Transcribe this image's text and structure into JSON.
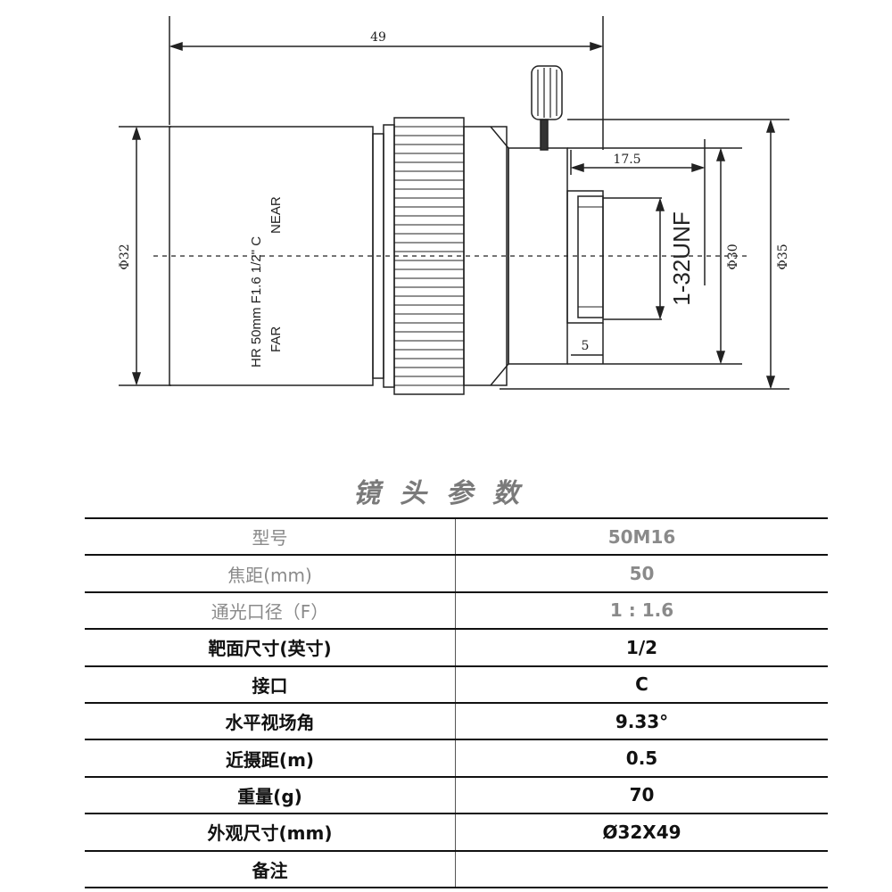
{
  "drawing": {
    "dim_49": "49",
    "dim_17_5": "17.5",
    "dim_5": "5",
    "dim_phi32": "Φ32",
    "dim_phi30": "Φ30",
    "dim_phi35": "Φ35",
    "thread_label": "1-32UNF",
    "lens_marking_line1": "HR 50mm F1.6 1/2\" C",
    "lens_marking_far": "FAR",
    "lens_marking_near": "NEAR"
  },
  "spec": {
    "title": "镜头参数",
    "rows": [
      {
        "key": "型号",
        "value": "50M16",
        "style": "dim"
      },
      {
        "key": "焦距(mm)",
        "value": "50",
        "style": "dim"
      },
      {
        "key": "通光口径（F）",
        "value": "1 : 1.6",
        "style": "dim"
      },
      {
        "key": "靶面尺寸(英寸)",
        "value": "1/2",
        "style": "bold"
      },
      {
        "key": "接口",
        "value": "C",
        "style": "bold"
      },
      {
        "key": "水平视场角",
        "value": "9.33°",
        "style": "bold"
      },
      {
        "key": "近摄距(m)",
        "value": "0.5",
        "style": "bold"
      },
      {
        "key": "重量(g)",
        "value": "70",
        "style": "bold"
      },
      {
        "key": "外观尺寸(mm)",
        "value": "Ø32X49",
        "style": "bold"
      },
      {
        "key": "备注",
        "value": "",
        "style": "bold"
      }
    ]
  }
}
